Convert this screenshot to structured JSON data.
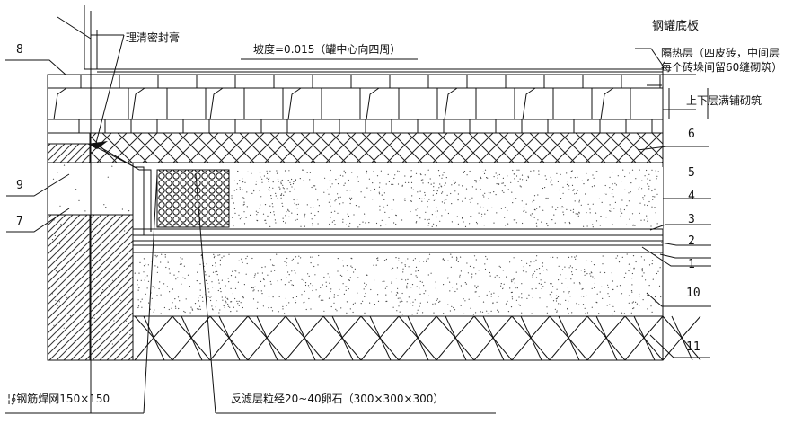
{
  "colors": {
    "ink": "#111111",
    "hatch": "#333333",
    "stipple": "#555555",
    "background": "#ffffff"
  },
  "labels": {
    "steel_bottom": "钢罐底板",
    "sealant": "理清密封膏",
    "slope": "坡度=0.015（罐中心向四周）",
    "insulation_line1": "隔热层（四皮砖，中间层",
    "insulation_line2": "每个砖垛间留60缝砌筑）",
    "full_bed": "上下层满铺砌筑",
    "mesh": "¦∮钢筋焊网150×150",
    "filter": "反滤层粒经20~40卵石（300×300×300）"
  },
  "numbers": {
    "n1": "1",
    "n2": "2",
    "n3": "3",
    "n4": "4",
    "n5": "5",
    "n6": "6",
    "n7": "7",
    "n8": "8",
    "n9": "9",
    "n10": "10",
    "n11": "11"
  }
}
